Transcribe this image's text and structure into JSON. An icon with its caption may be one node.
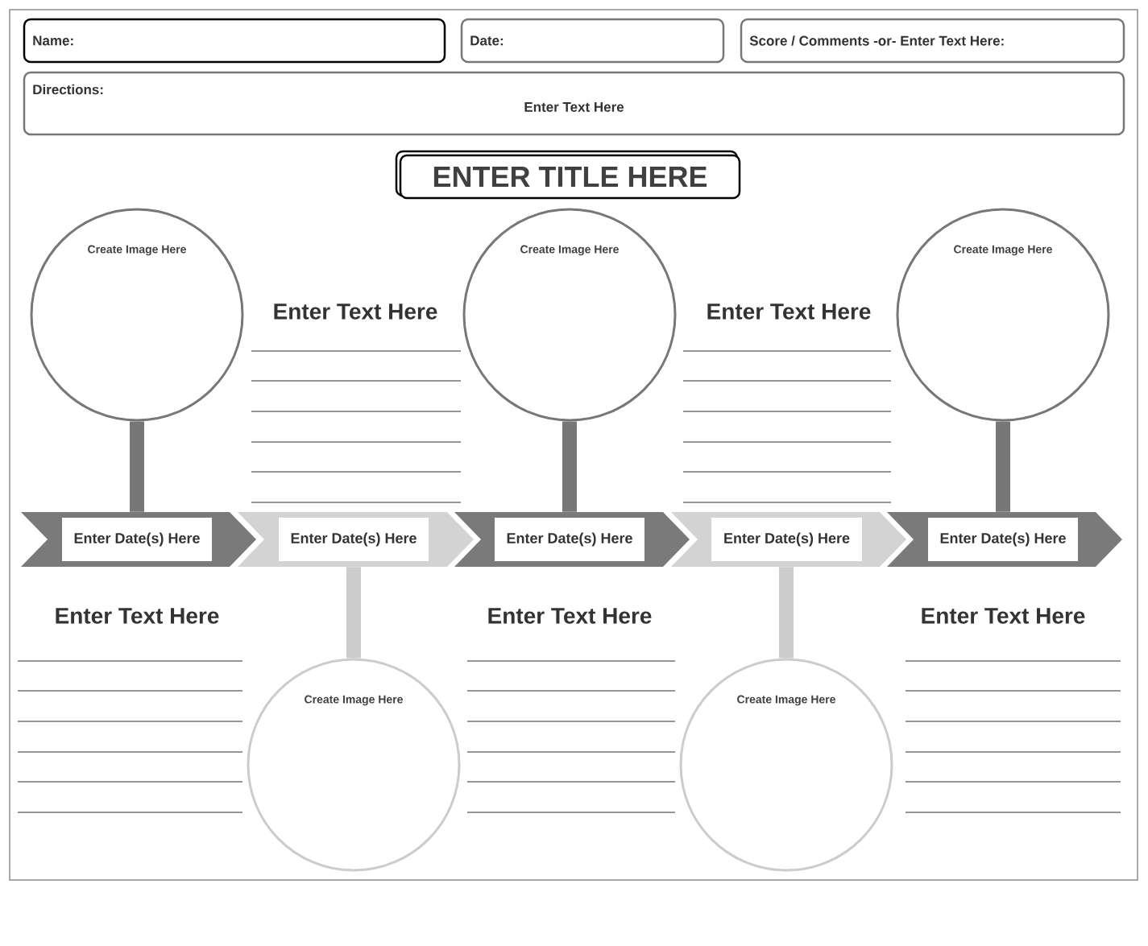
{
  "diagram": {
    "nodes": [
      {
        "text": [
          "Name:"
        ]
      },
      {
        "text": [
          "Date:"
        ]
      },
      {
        "text": [
          "Score / Comments -or- Enter Text Here:"
        ]
      },
      {
        "text": [
          "Directions:",
          "Enter Text Here"
        ]
      },
      {
        "text": [
          "ENTER TITLE HERE"
        ]
      },
      {
        "text": [
          "Create Image Here"
        ]
      },
      {
        "text": [
          "Create Image Here"
        ]
      },
      {
        "text": [
          "Create Image Here"
        ]
      },
      {
        "text": [
          "Create Image Here"
        ]
      },
      {
        "text": [
          "Create Image Here"
        ]
      },
      {
        "text": [],
        "shape": "chevron"
      },
      {
        "text": [
          "Enter Date(s) Here"
        ],
        "in": 10
      },
      {
        "text": [],
        "shape": "chevron"
      },
      {
        "text": [
          "Enter Date(s) Here"
        ],
        "in": 12
      },
      {
        "text": [],
        "shape": "chevron"
      },
      {
        "text": [
          "Enter Date(s) Here"
        ],
        "in": 14
      },
      {
        "text": [],
        "shape": "chevron"
      },
      {
        "text": [
          "Enter Date(s) Here"
        ],
        "in": 16
      },
      {
        "text": [],
        "shape": "chevron"
      },
      {
        "text": [
          "Enter Date(s) Here"
        ],
        "in": 18
      }
    ],
    "edges": [
      {
        "from": 5,
        "to": 10,
        "arrow": "none"
      },
      {
        "from": 6,
        "to": 12,
        "arrow": "none",
        "color": "#cccccc"
      },
      {
        "from": 7,
        "to": 14,
        "arrow": "none"
      },
      {
        "from": 8,
        "to": 16,
        "arrow": "none",
        "color": "#cccccc"
      },
      {
        "from": 9,
        "to": 18,
        "arrow": "none"
      }
    ],
    "labels": [
      "Enter Text Here",
      "Enter Text Here",
      "Enter Text Here",
      "Enter Text Here",
      "Enter Text Here"
    ]
  }
}
